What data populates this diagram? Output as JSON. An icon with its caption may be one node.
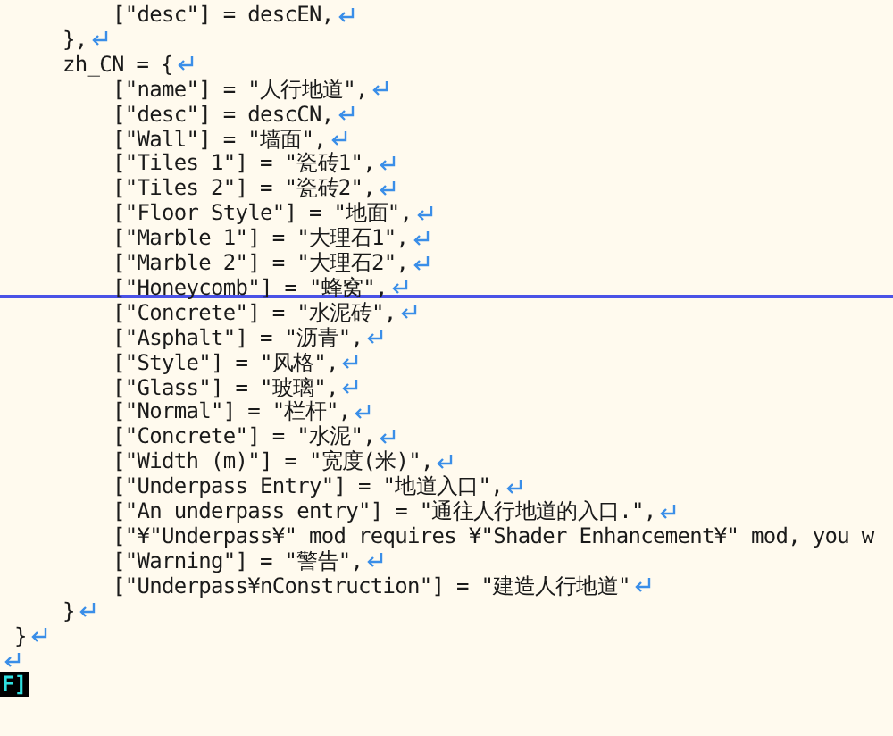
{
  "diagram": {
    "labels": [
      "[\"desc\"] = descEN,",
      "},",
      "zh_CN = {",
      "[\"name\"] = \"人行地道\",",
      "[\"desc\"] = descCN,",
      "[\"Wall\"] = \"墙面\",",
      "[\"Tiles 1\"] = \"瓷砖1\",",
      "[\"Tiles 2\"] = \"瓷砖2\",",
      "[\"Floor Style\"] = \"地面\",",
      "[\"Marble 1\"] = \"大理石1\",",
      "[\"Marble 2\"] = \"大理石2\",",
      "[\"Honeycomb\"] = \"蜂窝\",",
      "[\"Concrete\"] = \"水泥砖\",",
      "[\"Asphalt\"] = \"沥青\",",
      "[\"Style\"] = \"风格\",",
      "[\"Glass\"] = \"玻璃\",",
      "[\"Normal\"] = \"栏杆\",",
      "[\"Concrete\"] = \"水泥\",",
      "[\"Width (m)\"] = \"宽度(米)\",",
      "[\"Underpass Entry\"] = \"地道入口\",",
      "[\"An underpass entry\"] = \"通往人行地道的入口.\",",
      "[\"¥\"Underpass¥\" mod requires ¥\"Shader Enhancement¥\" mod, you w",
      "[\"Warning\"] = \"警告\",",
      "[\"Underpass¥nConstruction\"] = \"建造人行地道\"",
      "}",
      "}",
      "F]"
    ]
  }
}
